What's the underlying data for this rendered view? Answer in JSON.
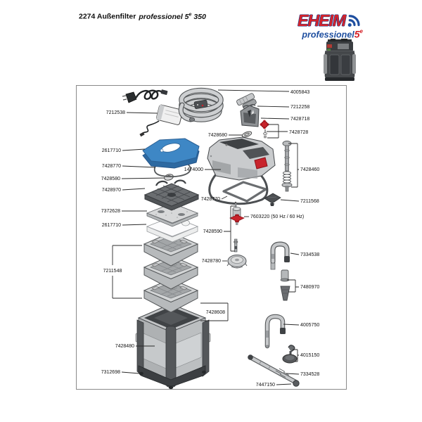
{
  "header": {
    "title_left": "2274 Außenfilter",
    "title_italic": "professionel 5",
    "title_sup": "e",
    "title_end": "350"
  },
  "logo": {
    "brand": "EHEIM",
    "icon": "signal-arcs",
    "sub_name": "professionel",
    "sub_num": "5",
    "sub_sup": "e"
  },
  "colors": {
    "brand_red": "#d5232a",
    "brand_blue": "#1e4fa0",
    "part_blue": "#3e87c5",
    "part_red": "#c8232b"
  },
  "labels": [
    {
      "part": "7212538"
    },
    {
      "part": "4005843"
    },
    {
      "part": "7212258"
    },
    {
      "part": "7428718"
    },
    {
      "part": "7428728"
    },
    {
      "part": "7428680"
    },
    {
      "part": "2617710"
    },
    {
      "part": "7428770"
    },
    {
      "part": "1474000"
    },
    {
      "part": "7428460"
    },
    {
      "part": "7428580"
    },
    {
      "part": "7428970"
    },
    {
      "part": "7428770"
    },
    {
      "part": "7211568"
    },
    {
      "part": "7372628"
    },
    {
      "part": "7603220 (50 Hz / 60 Hz)"
    },
    {
      "part": "2617710"
    },
    {
      "part": "7428590"
    },
    {
      "part": "7334538"
    },
    {
      "part": "7211548"
    },
    {
      "part": "7428780"
    },
    {
      "part": "7480970"
    },
    {
      "part": "7428608"
    },
    {
      "part": "4005750"
    },
    {
      "part": "7428480"
    },
    {
      "part": "4015150"
    },
    {
      "part": "7312698"
    },
    {
      "part": "7334528"
    },
    {
      "part": "7447150"
    }
  ]
}
